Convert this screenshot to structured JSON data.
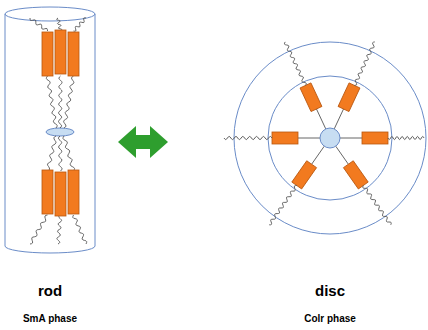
{
  "diagram": {
    "labels": [
      "rod",
      "SmA phase",
      "disc",
      "Colr phase"
    ]
  }
}
